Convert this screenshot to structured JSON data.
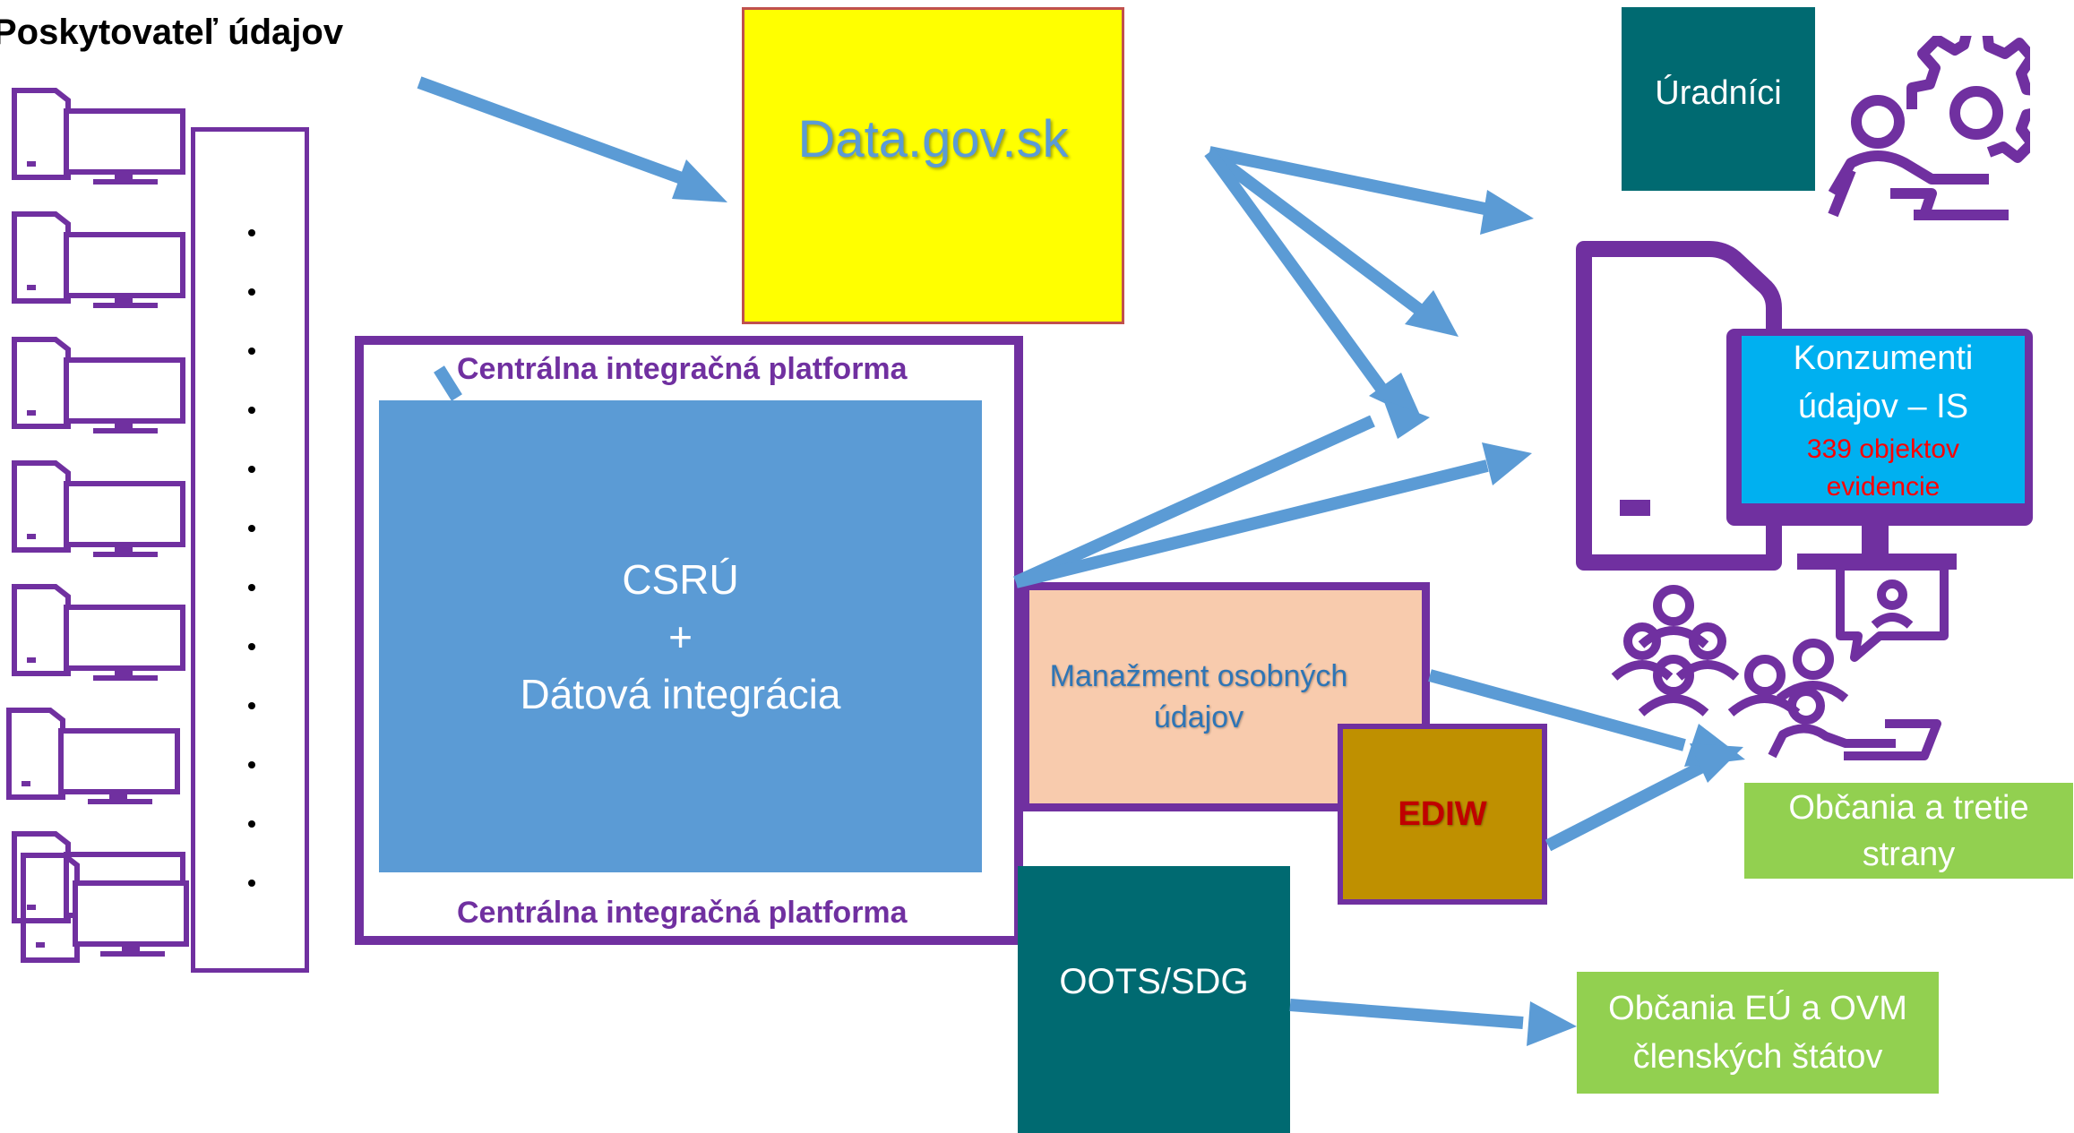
{
  "provider": {
    "title": "Poskytovateľ údajov"
  },
  "datagov": {
    "label": "Data.gov.sk",
    "fill": "#ffff00",
    "border": "#c0504d",
    "text_color": "#5b9bd5"
  },
  "platform": {
    "label_top": "Centrálna integračná platforma",
    "label_bottom": "Centrálna integračná platforma",
    "inner": {
      "line1": "CSRÚ",
      "line2": "+",
      "line3": "Dátová integrácia"
    },
    "accent": "#7030a0",
    "inner_fill": "#5b9bd5"
  },
  "personal_data": {
    "label_line1": "Manažment osobných",
    "label_line2": "údajov",
    "fill": "#f8cbad",
    "text_color": "#2e75b6"
  },
  "ediw": {
    "label": "EDIW",
    "fill": "#bf9000",
    "text_color": "#c00000"
  },
  "oots": {
    "label": "OOTS/SDG",
    "fill": "#006a71"
  },
  "officials": {
    "label": "Úradníci",
    "fill": "#006a71"
  },
  "consumers": {
    "line1": "Konzumenti",
    "line2": "údajov – IS",
    "line3": "339 objektov",
    "line4": "evidencie",
    "fill": "#00b0f0",
    "highlight": "#ff0000"
  },
  "citizens": {
    "line1": "Občania a tretie",
    "line2": "strany",
    "fill": "#92d050"
  },
  "eu_citizens": {
    "line1": "Občania EÚ a OVM",
    "line2": "členských štátov",
    "fill": "#92d050"
  },
  "colors": {
    "arrow": "#5b9bd5",
    "purple": "#7030a0"
  },
  "icons": [
    "computer-icon",
    "computer-icon",
    "computer-icon",
    "computer-icon",
    "computer-icon",
    "computer-icon",
    "computer-icon",
    "computer-icon",
    "official-at-desk-gear-icon",
    "large-computer-icon",
    "citizens-group-icon"
  ]
}
